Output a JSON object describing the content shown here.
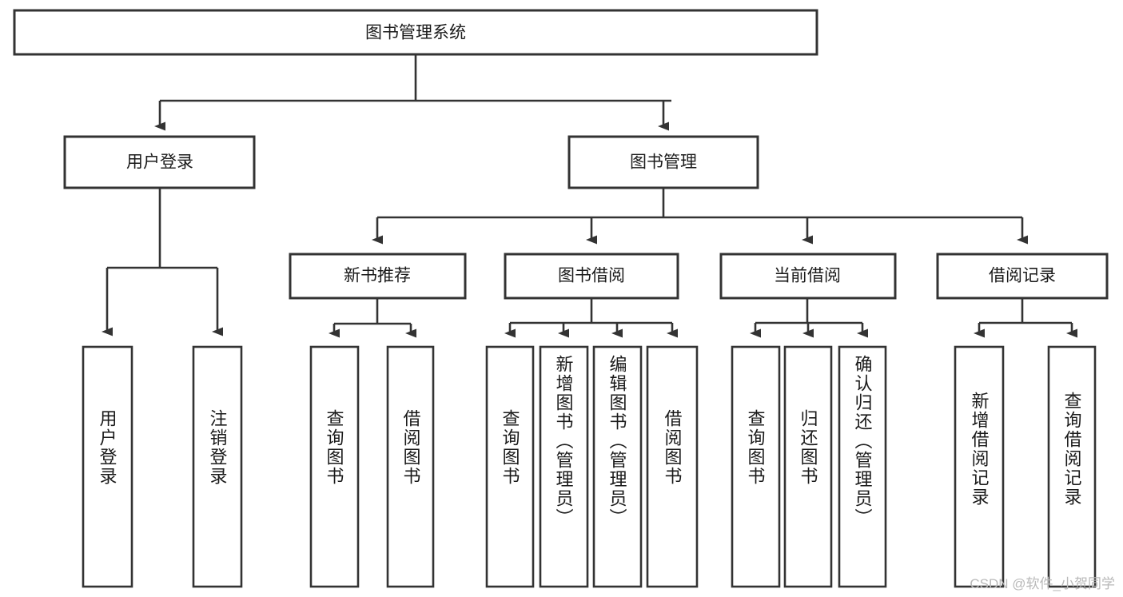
{
  "diagram": {
    "type": "tree",
    "title": "图书管理系统",
    "orientation": "top-down",
    "watermark": "CSDN @软件_小贺同学",
    "root": {
      "label": "图书管理系统"
    },
    "level2": [
      {
        "label": "用户登录"
      },
      {
        "label": "图书管理"
      }
    ],
    "level3": [
      {
        "label": "新书推荐",
        "parent": "图书管理"
      },
      {
        "label": "图书借阅",
        "parent": "图书管理"
      },
      {
        "label": "当前借阅",
        "parent": "图书管理"
      },
      {
        "label": "借阅记录",
        "parent": "图书管理"
      }
    ],
    "leaves_user_login": [
      {
        "label": "用户登录"
      },
      {
        "label": "注销登录"
      }
    ],
    "leaves_new_books": [
      {
        "label": "查询图书"
      },
      {
        "label": "借阅图书"
      }
    ],
    "leaves_book_borrow": [
      {
        "label": "查询图书"
      },
      {
        "label": "新增图书（管理员）"
      },
      {
        "label": "编辑图书（管理员）"
      },
      {
        "label": "借阅图书"
      }
    ],
    "leaves_current_borrow": [
      {
        "label": "查询图书"
      },
      {
        "label": "归还图书"
      },
      {
        "label": "确认归还（管理员）"
      }
    ],
    "leaves_borrow_records": [
      {
        "label": "新增借阅记录"
      },
      {
        "label": "查询借阅记录"
      }
    ],
    "colors": {
      "stroke": "#333333",
      "fill": "#ffffff",
      "text": "#1a1a1a",
      "watermark": "#b9b9b9"
    }
  }
}
